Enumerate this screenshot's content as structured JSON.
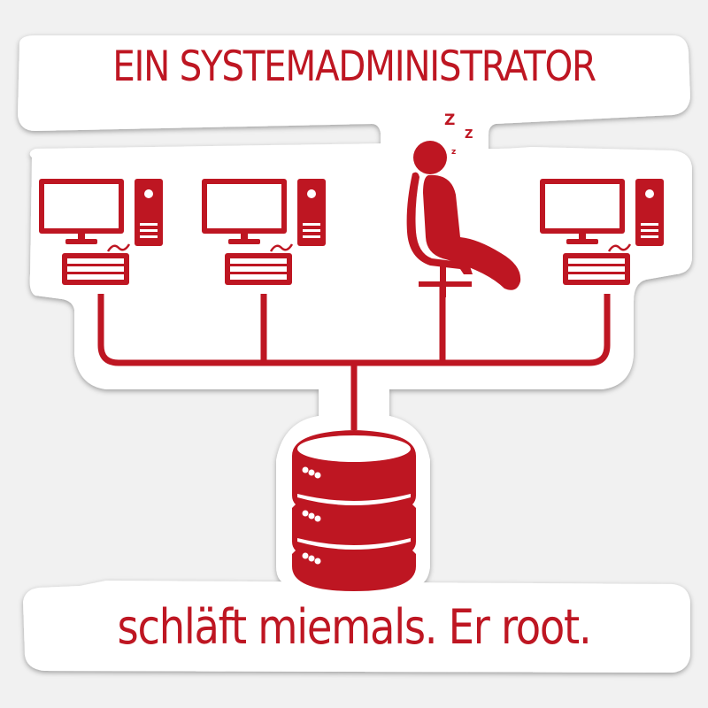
{
  "sticker": {
    "headline": "EIN SYSTEMADMINISTRATOR",
    "tagline": "schläft miemals. Er root.",
    "sleep_letters": [
      "Z",
      "Z",
      "z"
    ],
    "colors": {
      "accent": "#be1622",
      "sticker_fill": "#ffffff",
      "background": "#f1f1f1"
    },
    "icons": [
      "workstation-icon",
      "workstation-icon",
      "sleeping-admin-icon",
      "workstation-icon",
      "database-server-icon"
    ]
  }
}
